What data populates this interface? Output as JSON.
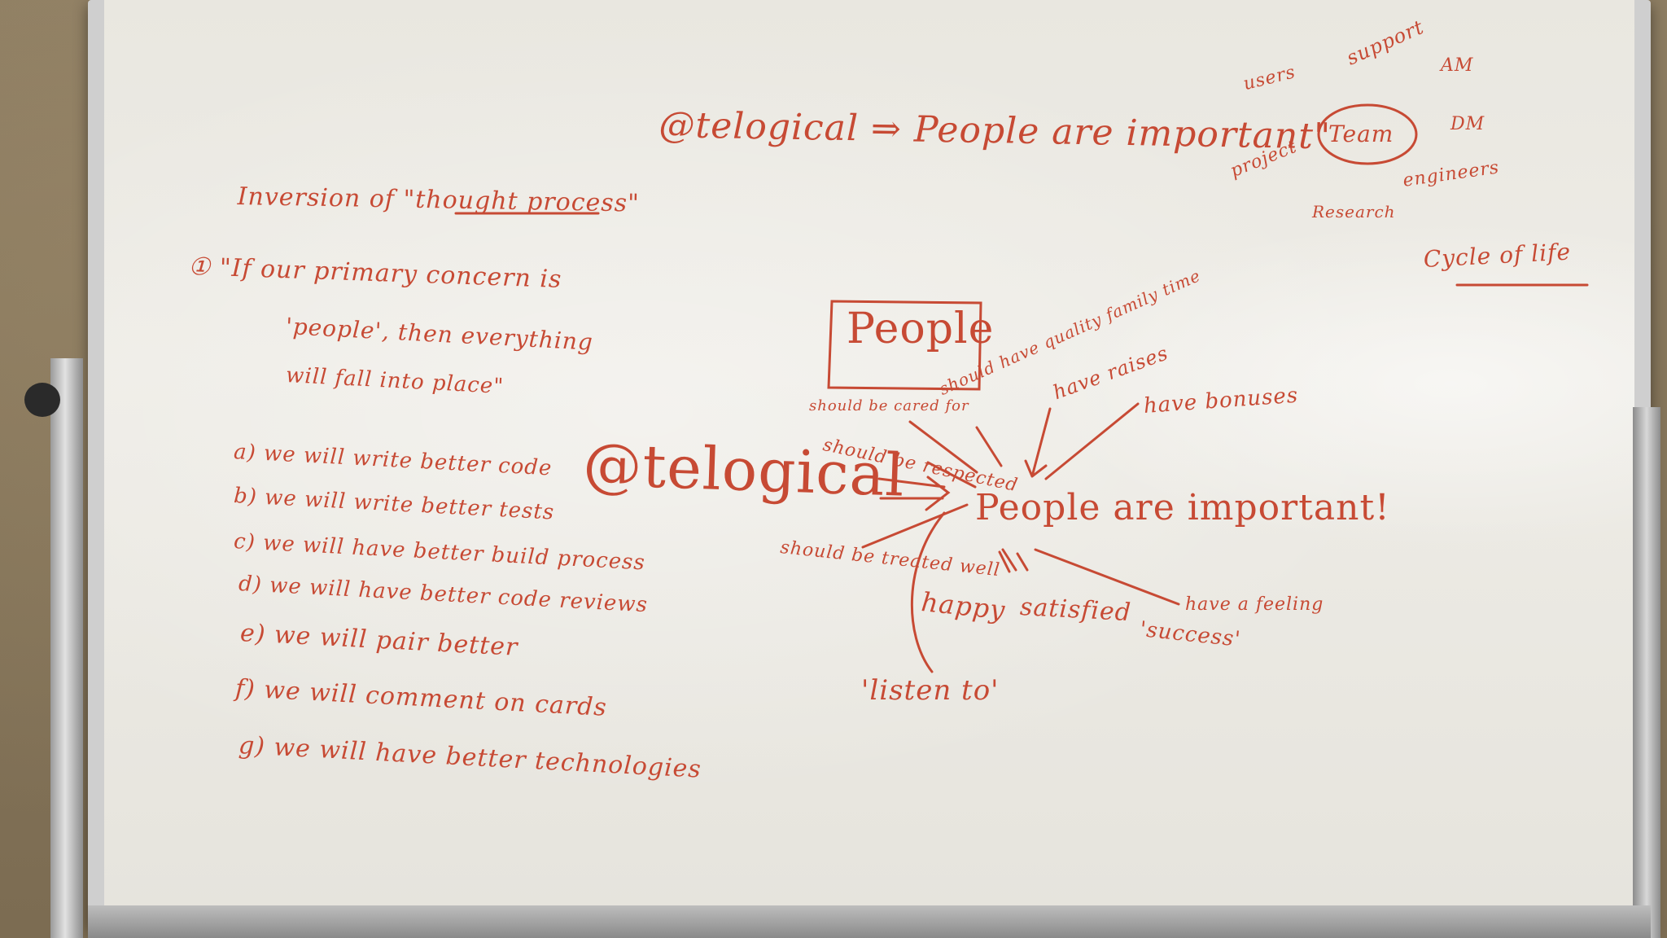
{
  "board": {
    "top_right": {
      "users": "users",
      "support": "support",
      "am": "AM",
      "team": "Team",
      "dm": "DM",
      "project": "project",
      "engineers": "engineers",
      "research": "Research",
      "cycle": "Cycle of life"
    },
    "header": "@telogical ⇒ People are important\"",
    "left_block": {
      "inversion": "Inversion of \"thought process\"",
      "point1_a": "① \"If our primary concern is",
      "point1_b": "'people', then everything",
      "point1_c": "will fall into place\"",
      "items": [
        "a) we will write better code",
        "b) we will write better tests",
        "c) we will have better build process",
        "d) we will have better code reviews",
        "e) we will pair better",
        "f) we will comment on cards",
        "g) we will have better technologies"
      ]
    },
    "diagram": {
      "people_box": "People",
      "at_telogical": "@telogical",
      "center": "People are important!",
      "should_be_cared_for": "should be cared for",
      "should_have_quality_family_time": "should have quality family time",
      "should_be_respected": "should be respected",
      "have_raises": "have raises",
      "have_bonuses": "have bonuses",
      "should_be_treated_well": "should be treated well",
      "happy": "happy",
      "satisfied": "satisfied",
      "success": "'success'",
      "have_a_feeling": "have a feeling",
      "listen_to": "'listen to'"
    }
  },
  "colors": {
    "ink": "#c74a34",
    "board": "#eceae4",
    "frame": "#cfcfcf"
  }
}
